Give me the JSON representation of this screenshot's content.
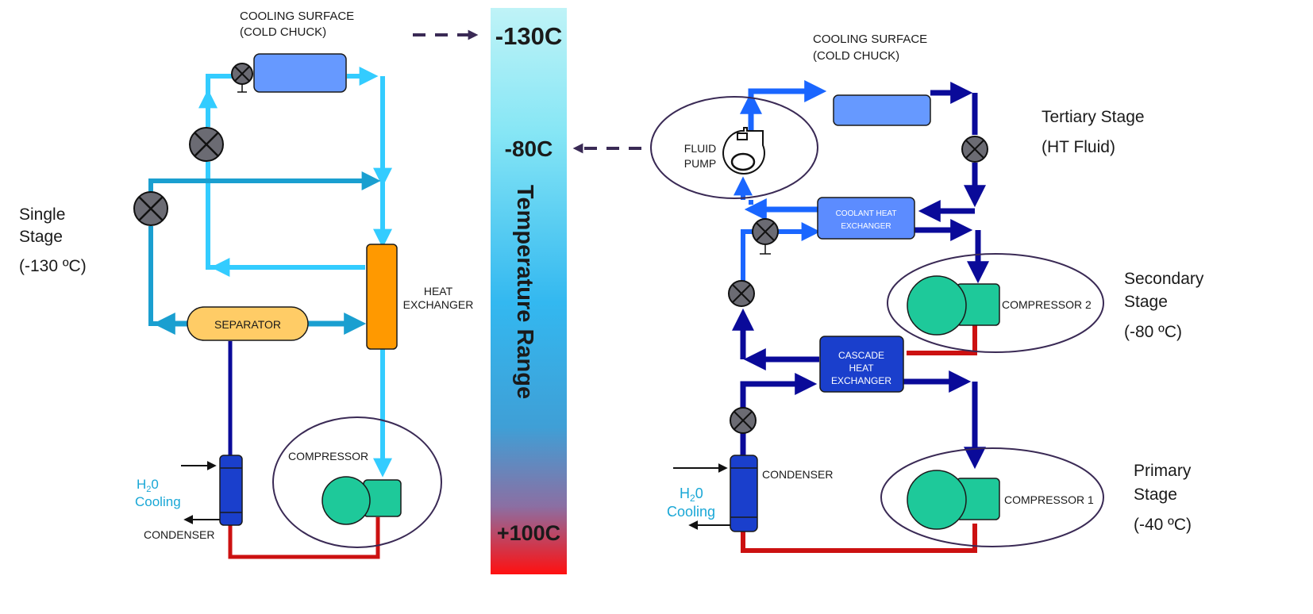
{
  "colors": {
    "light_cyan": "#33ccff",
    "mid_blue": "#1a9fd0",
    "bright_blue": "#1a66ff",
    "navy": "#0a0a99",
    "red": "#cc1111",
    "orange": "#ff9900",
    "green": "#1ec99a",
    "purple_outline": "#3a2a55",
    "valve_gray": "#6b6b73",
    "temp_label_navy": "#0a0a80",
    "temp_title_red": "#b01020",
    "h2o_cyan": "#19a7d6"
  },
  "left": {
    "cooling_surface_line1": "COOLING SURFACE",
    "cooling_surface_line2": "(COLD CHUCK)",
    "stage_line1": "Single",
    "stage_line2": "Stage",
    "stage_temp": "(-130 ºC)",
    "heat_exchanger_line1": "HEAT",
    "heat_exchanger_line2": "EXCHANGER",
    "separator": "SEPARATOR",
    "compressor": "COMPRESSOR",
    "h2o_h": "H",
    "h2o_sub": "2",
    "h2o_tail": "0",
    "cooling": "Cooling",
    "condenser": "CONDENSER"
  },
  "scale": {
    "top": "-130C",
    "middle": "-80C",
    "bottom": "+100C",
    "title": "Temperature Range"
  },
  "right": {
    "cooling_surface_line1": "COOLING SURFACE",
    "cooling_surface_line2": "(COLD CHUCK)",
    "tertiary_line1": "Tertiary Stage",
    "tertiary_line2": "(HT Fluid)",
    "fluid_line1": "FLUID",
    "fluid_line2": "PUMP",
    "coolant_line1": "COOLANT  HEAT",
    "coolant_line2": "EXCHANGER",
    "secondary_line1": "Secondary",
    "secondary_line2": "Stage",
    "secondary_temp": "(-80 ºC)",
    "compressor2": "COMPRESSOR 2",
    "cascade_line1": "CASCADE",
    "cascade_line2": "HEAT",
    "cascade_line3": "EXCHANGER",
    "condenser": "CONDENSER",
    "h2o_h": "H",
    "h2o_sub": "2",
    "h2o_tail": "0",
    "cooling": "Cooling",
    "compressor1": "COMPRESSOR 1",
    "primary_line1": "Primary",
    "primary_line2": "Stage",
    "primary_temp": "(-40 ºC)"
  }
}
